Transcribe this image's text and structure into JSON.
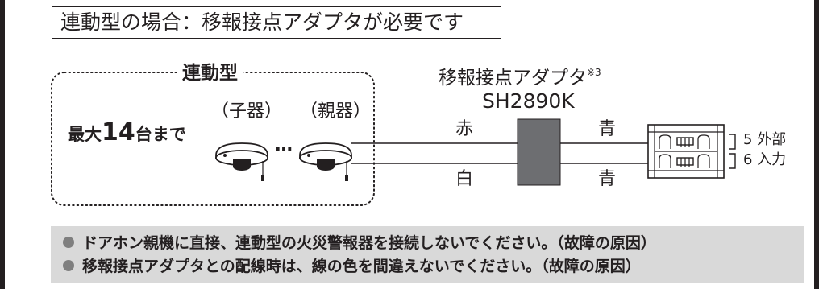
{
  "title": "連動型の場合：移報接点アダプタが必要です",
  "group": {
    "label": "連動型",
    "max_prefix": "最大",
    "max_number": "14",
    "max_suffix": "台まで",
    "child_label": "（子器）",
    "parent_label": "（親器）",
    "ellipsis": "…"
  },
  "adapter": {
    "name": "移報接点アダプタ",
    "note_mark": "※3",
    "model": "SH2890K"
  },
  "wires": {
    "left_top": "赤",
    "left_bottom": "白",
    "right_top": "青",
    "right_bottom": "青"
  },
  "terminals": {
    "row1": "5 外部",
    "row2": "6 入力"
  },
  "notes": [
    "ドアホン親機に直接、連動型の火災警報器を接続しないでください。（故障の原因）",
    "移報接点アダプタとの配線時は、線の色を間違えないでください。（故障の原因）"
  ]
}
